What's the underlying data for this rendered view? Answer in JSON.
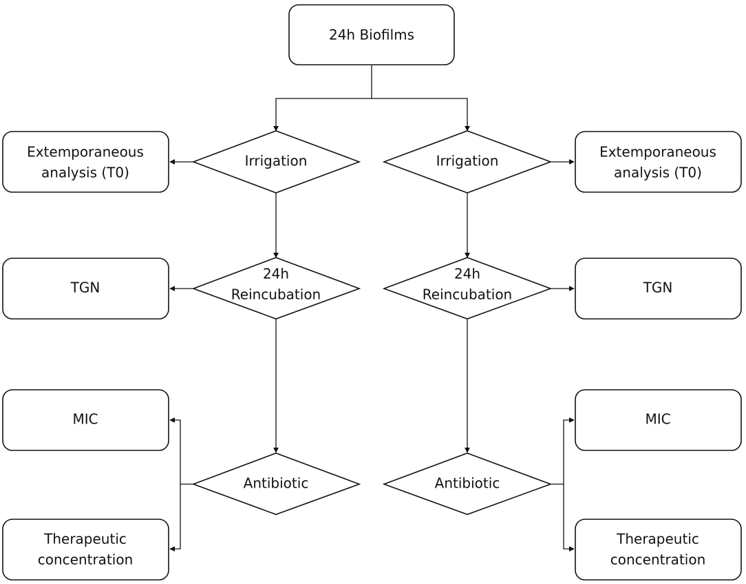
{
  "colors": {
    "stroke": "#111111",
    "background": "#ffffff",
    "text": "#111111"
  },
  "root": {
    "label": "24h Biofilms"
  },
  "left": {
    "irrigation": {
      "label": "Irrigation"
    },
    "reincubation": {
      "line1": "24h",
      "line2": "Reincubation"
    },
    "antibiotic": {
      "label": "Antibiotic"
    },
    "extemporaneous": {
      "line1": "Extemporaneous",
      "line2": "analysis (T0)"
    },
    "tgn": {
      "label": "TGN"
    },
    "mic": {
      "label": "MIC"
    },
    "therapeutic": {
      "line1": "Therapeutic",
      "line2": "concentration"
    }
  },
  "right": {
    "irrigation": {
      "label": "Irrigation"
    },
    "reincubation": {
      "line1": "24h",
      "line2": "Reincubation"
    },
    "antibiotic": {
      "label": "Antibiotic"
    },
    "extemporaneous": {
      "line1": "Extemporaneous",
      "line2": "analysis (T0)"
    },
    "tgn": {
      "label": "TGN"
    },
    "mic": {
      "label": "MIC"
    },
    "therapeutic": {
      "line1": "Therapeutic",
      "line2": "concentration"
    }
  }
}
